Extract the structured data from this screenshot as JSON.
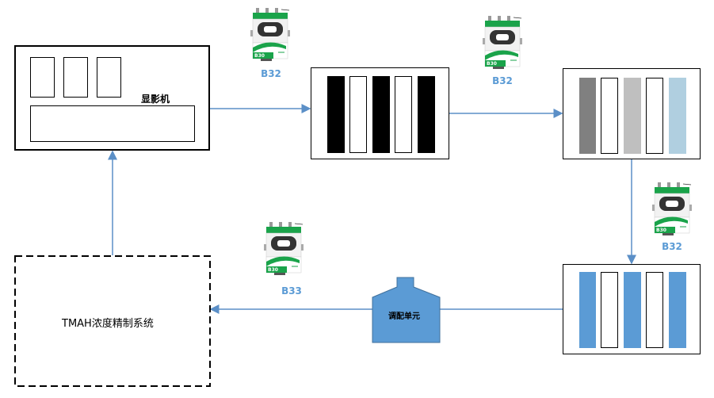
{
  "developer": {
    "label": "显影机"
  },
  "refining_system": {
    "label": "TMAH浓度精制系统"
  },
  "mixing_unit": {
    "label": "调配单元"
  },
  "devices": [
    {
      "label": "B32"
    },
    {
      "label": "B32"
    },
    {
      "label": "B32"
    },
    {
      "label": "B33"
    }
  ],
  "device_brand": "B30",
  "colors": {
    "arrow": "#5b8fc7",
    "blue": "#5b9bd5",
    "gray_dark": "#808080",
    "gray_light": "#bfbfbf",
    "light_blue": "#b0cfe0",
    "device_green": "#1aa34a"
  }
}
